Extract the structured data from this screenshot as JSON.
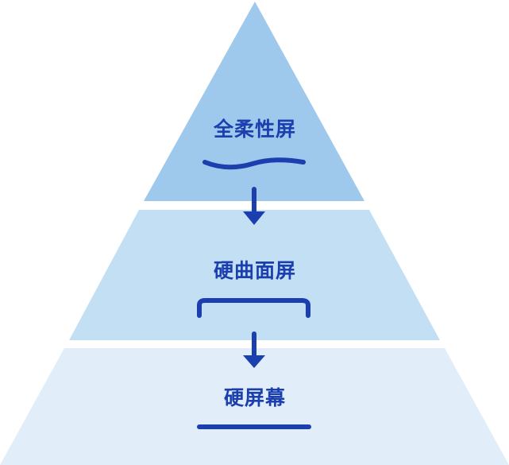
{
  "diagram": {
    "tiers": [
      {
        "id": "top",
        "label": "全柔性屏",
        "symbol": "wave"
      },
      {
        "id": "middle",
        "label": "硬曲面屏",
        "symbol": "curved-bracket"
      },
      {
        "id": "bottom",
        "label": "硬屏幕",
        "symbol": "flat-line"
      }
    ],
    "arrows": [
      {
        "from": "top",
        "to": "middle"
      },
      {
        "from": "middle",
        "to": "bottom"
      }
    ]
  },
  "colors": {
    "tier_top": "#9ec9ec",
    "tier_middle": "#c3dff4",
    "tier_bottom": "#e1edf8",
    "accent": "#1b3fae"
  }
}
